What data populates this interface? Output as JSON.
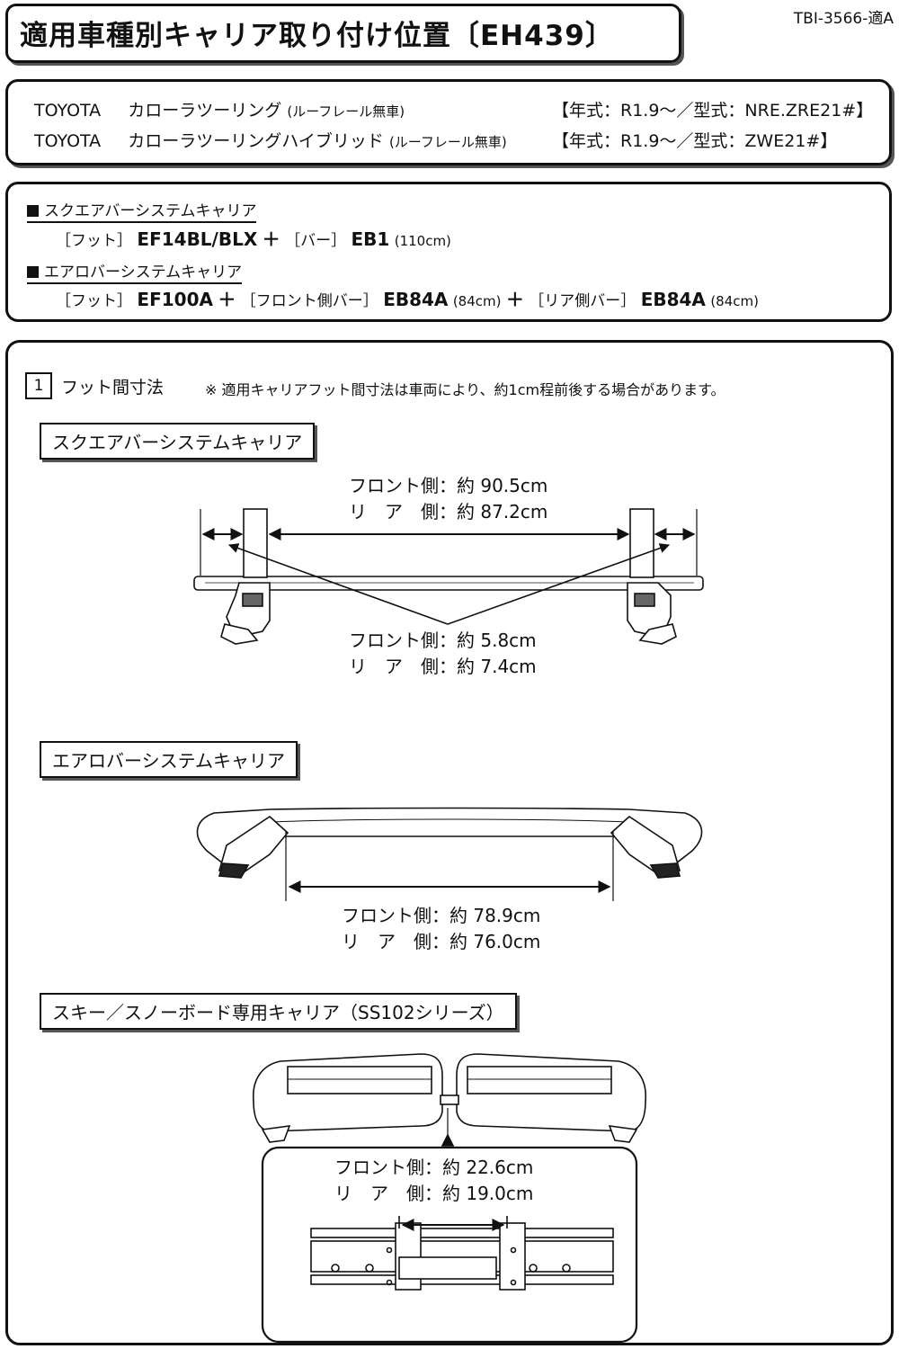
{
  "doc_id": "TBI-3566-適A",
  "title": "適用車種別キャリア取り付け位置〔EH439〕",
  "vehicles": [
    {
      "maker": "TOYOTA",
      "model": "カローラツーリング",
      "note": "(ルーフレール無車)",
      "year": "【年式：R1.9～／型式：NRE.ZRE21#】"
    },
    {
      "maker": "TOYOTA",
      "model": "カローラツーリングハイブリッド",
      "note": "(ルーフレール無車)",
      "year": "【年式：R1.9～／型式：ZWE21#】"
    }
  ],
  "carriers": {
    "square": {
      "heading": "スクエアバーシステムキャリア",
      "foot_label": "［フット］",
      "foot_model": "EF14BL/BLX",
      "plus1": "＋",
      "bar_label": "［バー］",
      "bar_model": "EB1",
      "bar_size": "(110cm)"
    },
    "aero": {
      "heading": "エアロバーシステムキャリア",
      "foot_label": "［フット］",
      "foot_model": "EF100A",
      "plus1": "＋",
      "front_label": "［フロント側バー］",
      "front_model": "EB84A",
      "front_size": "(84cm)",
      "plus2": "＋",
      "rear_label": "［リア側バー］",
      "rear_model": "EB84A",
      "rear_size": "(84cm)"
    }
  },
  "section": {
    "number": "1",
    "title": "フット間寸法",
    "note": "※ 適用キャリアフット間寸法は車両により、約1cm程前後する場合があります。"
  },
  "figures": {
    "square": {
      "label": "スクエアバーシステムキャリア",
      "inner_front": "フロント側：約  90.5cm",
      "inner_rear": "リ　ア　側：約  87.2cm",
      "outer_front": "フロント側：約  5.8cm",
      "outer_rear": "リ　ア　側：約  7.4cm"
    },
    "aero": {
      "label": "エアロバーシステムキャリア",
      "front": "フロント側：約  78.9cm",
      "rear": "リ　ア　側：約  76.0cm"
    },
    "ski": {
      "label": "スキー／スノーボード専用キャリア（SS102シリーズ）",
      "front": "フロント側：約  22.6cm",
      "rear": "リ　ア　側：約  19.0cm"
    }
  }
}
